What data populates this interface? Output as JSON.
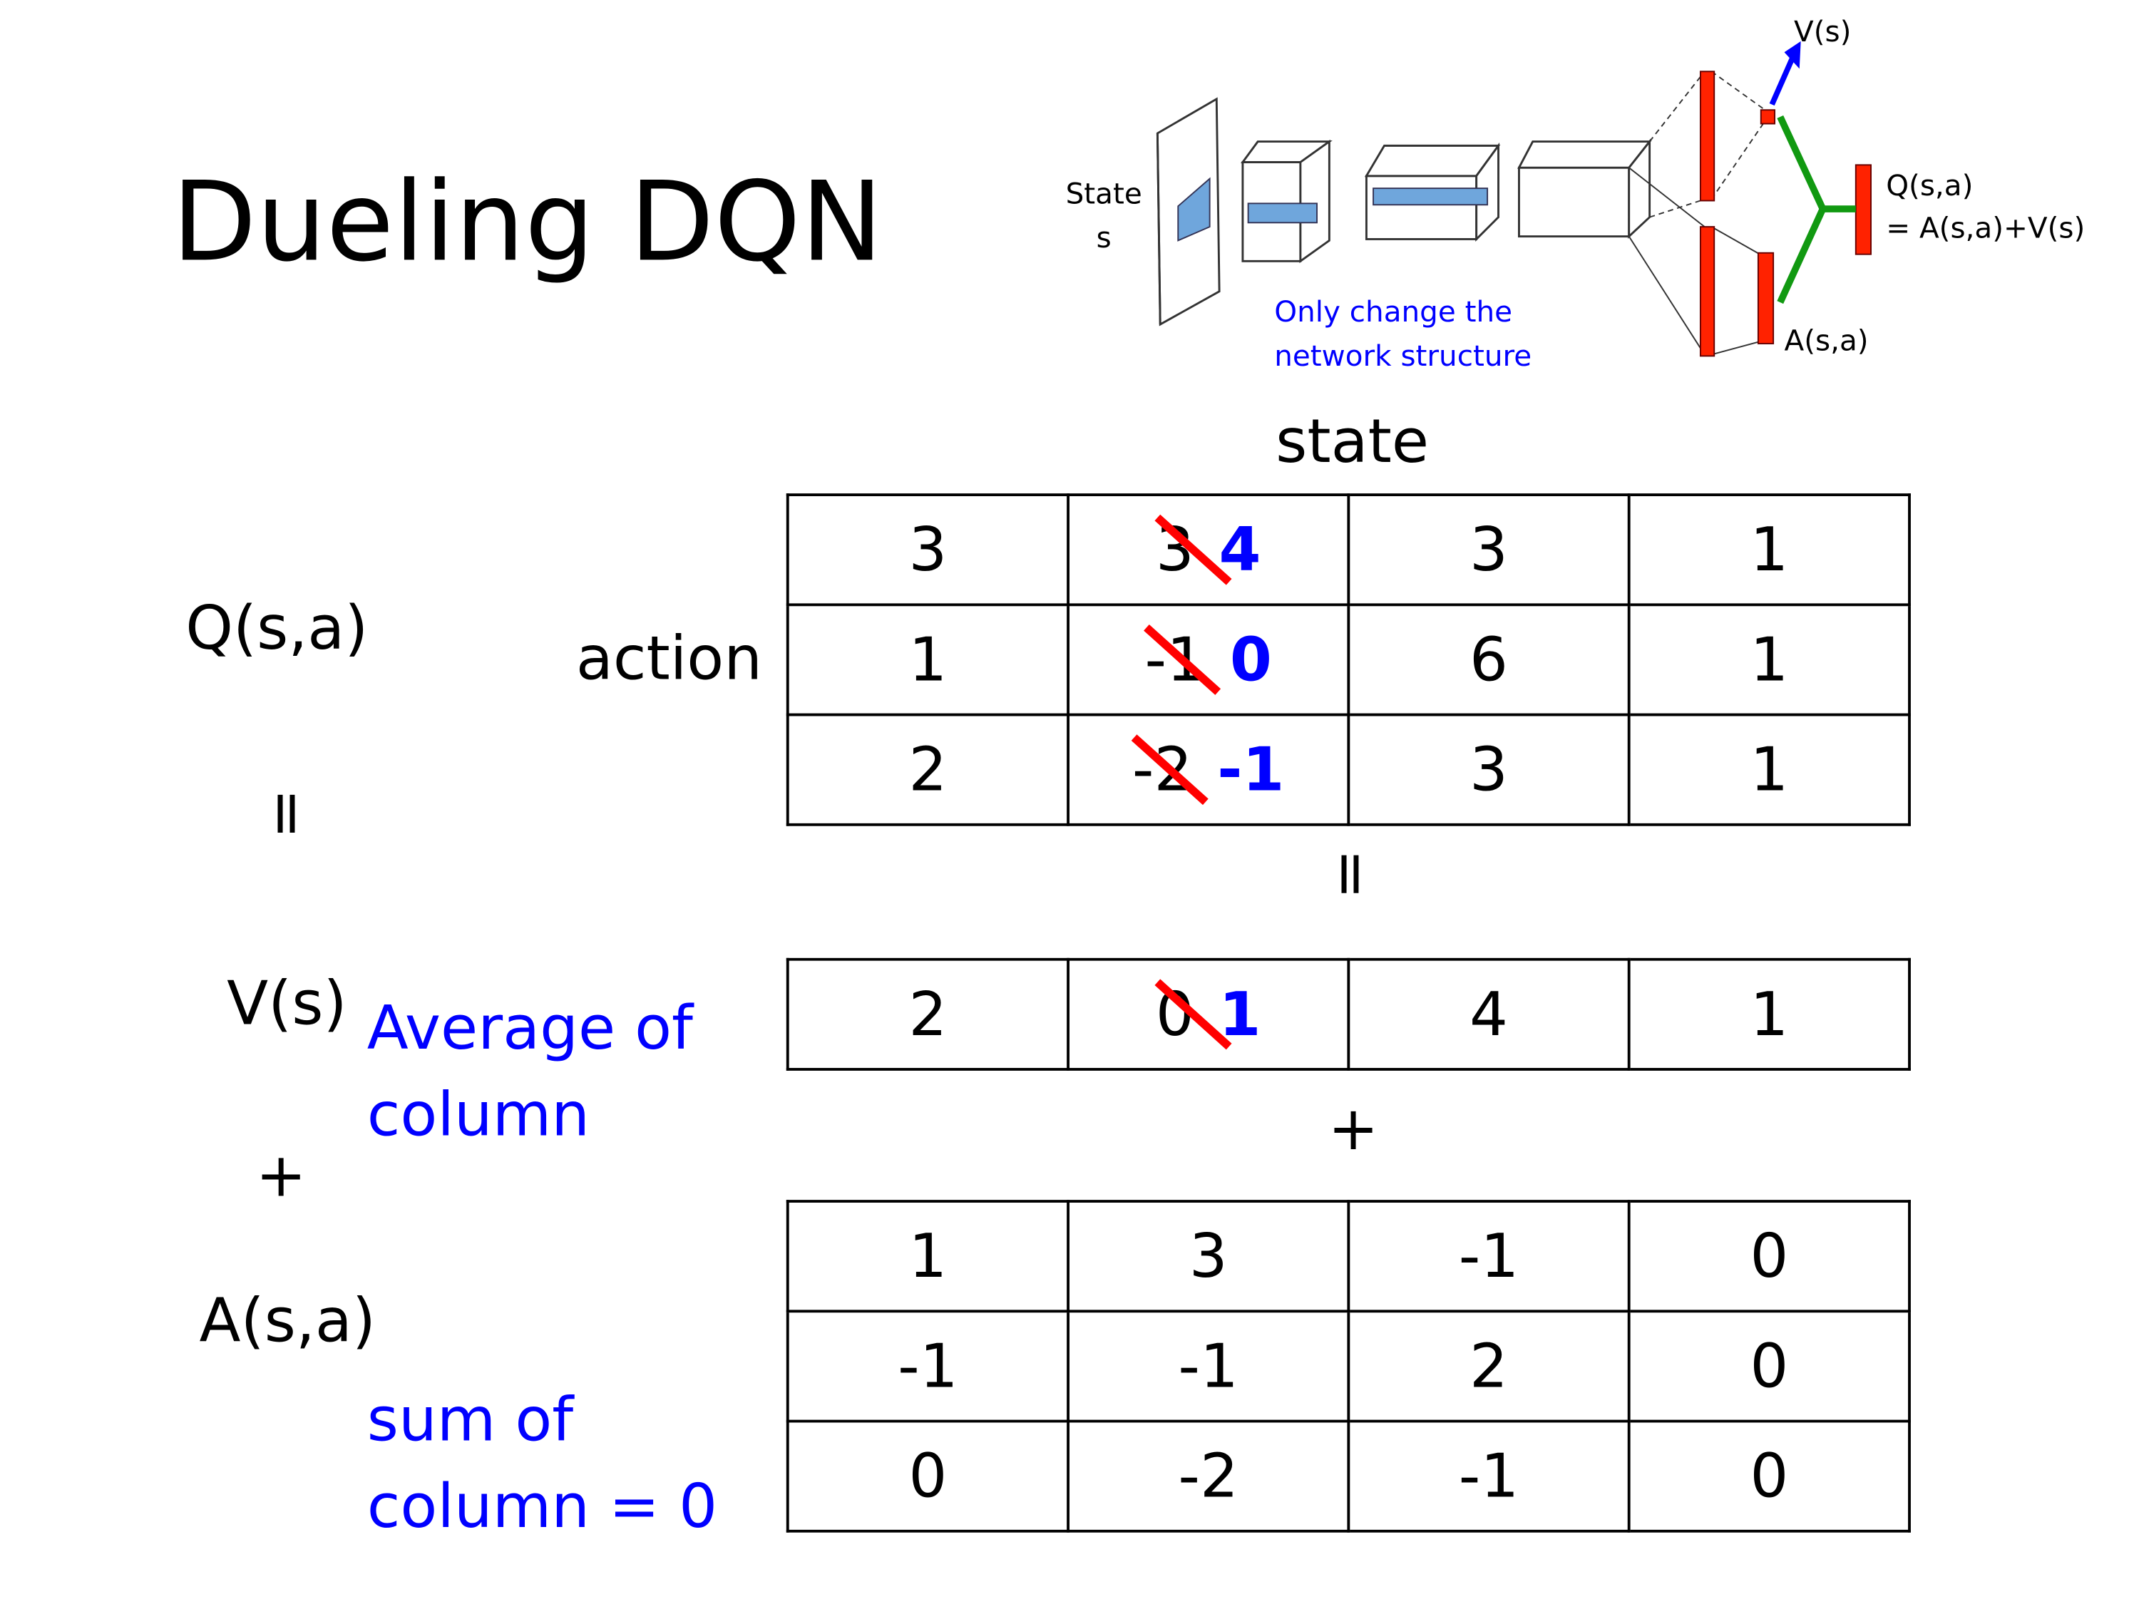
{
  "title": "Dueling DQN",
  "diagram": {
    "state_label": "State",
    "state_var": "s",
    "v_label": "V(s)",
    "q_label": "Q(s,a)",
    "q_formula": "= A(s,a)+V(s)",
    "a_label": "A(s,a)",
    "note_line1": "Only change the",
    "note_line2": "network structure",
    "colors": {
      "layer": "#ff2200",
      "filter": "#6fa6dc",
      "value_arrow": "#0000ff",
      "aggregation": "#119911"
    }
  },
  "labels": {
    "state": "state",
    "action": "action",
    "q": "Q(s,a)",
    "v": "V(s)",
    "a": "A(s,a)",
    "equals": "=",
    "plus": "+",
    "avg_line1": "Average of",
    "avg_line2": "column",
    "sum_line1": "sum of",
    "sum_line2": "column = 0"
  },
  "q_table": [
    [
      {
        "v": "3"
      },
      {
        "old": "3",
        "new": "4"
      },
      {
        "v": "3"
      },
      {
        "v": "1"
      }
    ],
    [
      {
        "v": "1"
      },
      {
        "old": "-1",
        "new": "0"
      },
      {
        "v": "6"
      },
      {
        "v": "1"
      }
    ],
    [
      {
        "v": "2"
      },
      {
        "old": "-2",
        "new": "-1"
      },
      {
        "v": "3"
      },
      {
        "v": "1"
      }
    ]
  ],
  "v_table": [
    [
      {
        "v": "2"
      },
      {
        "old": "0",
        "new": "1"
      },
      {
        "v": "4"
      },
      {
        "v": "1"
      }
    ]
  ],
  "a_table": [
    [
      {
        "v": "1"
      },
      {
        "v": "3"
      },
      {
        "v": "-1"
      },
      {
        "v": "0"
      }
    ],
    [
      {
        "v": "-1"
      },
      {
        "v": "-1"
      },
      {
        "v": "2"
      },
      {
        "v": "0"
      }
    ],
    [
      {
        "v": "0"
      },
      {
        "v": "-2"
      },
      {
        "v": "-1"
      },
      {
        "v": "0"
      }
    ]
  ]
}
